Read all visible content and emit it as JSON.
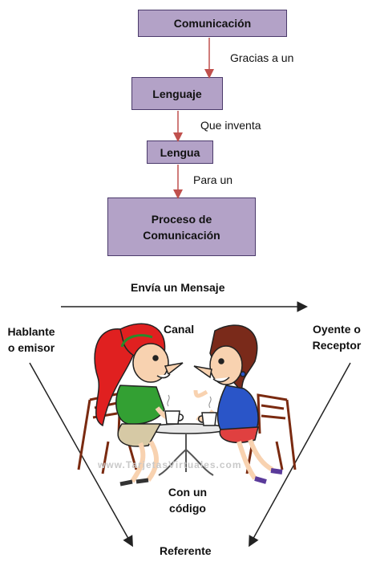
{
  "flow": {
    "boxes": [
      "Comunicación",
      "Lenguaje",
      "Lengua",
      "Proceso de Comunicación"
    ],
    "connectors": [
      "Gracias a un",
      "Que inventa",
      "Para un"
    ]
  },
  "model": {
    "message": "Envía un Mensaje",
    "channel": "Canal",
    "sender": "Hablante o emisor",
    "receiver": "Oyente o Receptor",
    "code": "Con un código",
    "referent": "Referente",
    "watermark": "www.TarjetasVirtuales.com"
  },
  "colors": {
    "box_fill": "#b3a2c7",
    "box_border": "#4b3a6b",
    "arrow": "#c0504d"
  }
}
